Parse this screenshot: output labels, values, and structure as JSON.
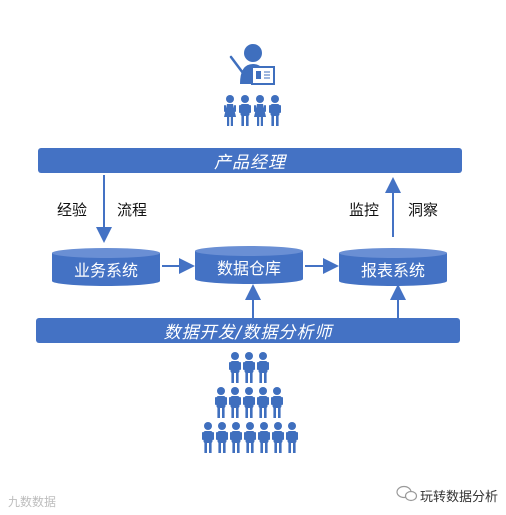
{
  "top_bar": {
    "label": "产品经理"
  },
  "bottom_bar": {
    "label": "数据开发/数据分析师"
  },
  "labels": {
    "experience": "经验",
    "process": "流程",
    "monitor": "监控",
    "insight": "洞察"
  },
  "nodes": {
    "business": "业务系统",
    "warehouse": "数据仓库",
    "report": "报表系统"
  },
  "footer": {
    "watermark": "九数数据",
    "brand": "玩转数据分析"
  },
  "colors": {
    "primary": "#4472c4",
    "people": "#3f6fbe",
    "white": "#ffffff"
  },
  "icons": [
    "presenter-icon",
    "person-icon",
    "board-icon",
    "wechat-icon"
  ]
}
